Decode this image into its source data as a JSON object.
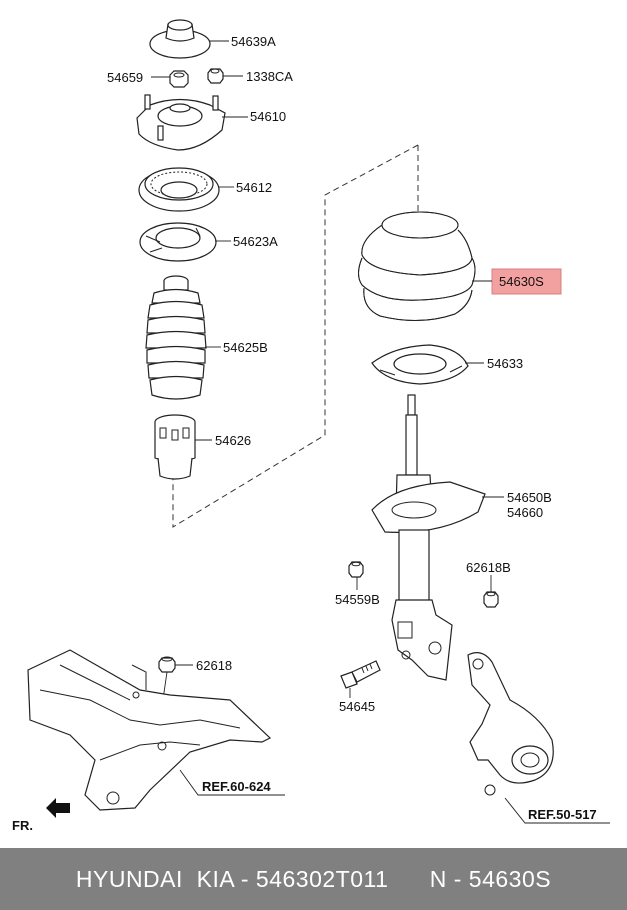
{
  "labels": {
    "top_mount_cover": "54639A",
    "nut_54659": "54659",
    "flange_nut": "1338CA",
    "insulator_assy": "54610",
    "bearing": "54612",
    "spring_pad_upper": "54623A",
    "dust_cover": "54625B",
    "bumper_stopper": "54626",
    "coil_spring": "54630S",
    "spring_pad_lower": "54633",
    "strut_assy_1": "54650B",
    "strut_assy_2": "54660",
    "nut_54559b": "54559B",
    "nut_62618b": "62618B",
    "bolt": "54645",
    "nut_62618": "62618",
    "ref_subframe": "REF.60-624",
    "ref_knuckle": "REF.50-517",
    "front_indicator": "FR."
  },
  "highlight_color": "#f3a0a0",
  "footer": {
    "text": "HYUNDAI  KIA - 546302T011      N - 54630S"
  }
}
